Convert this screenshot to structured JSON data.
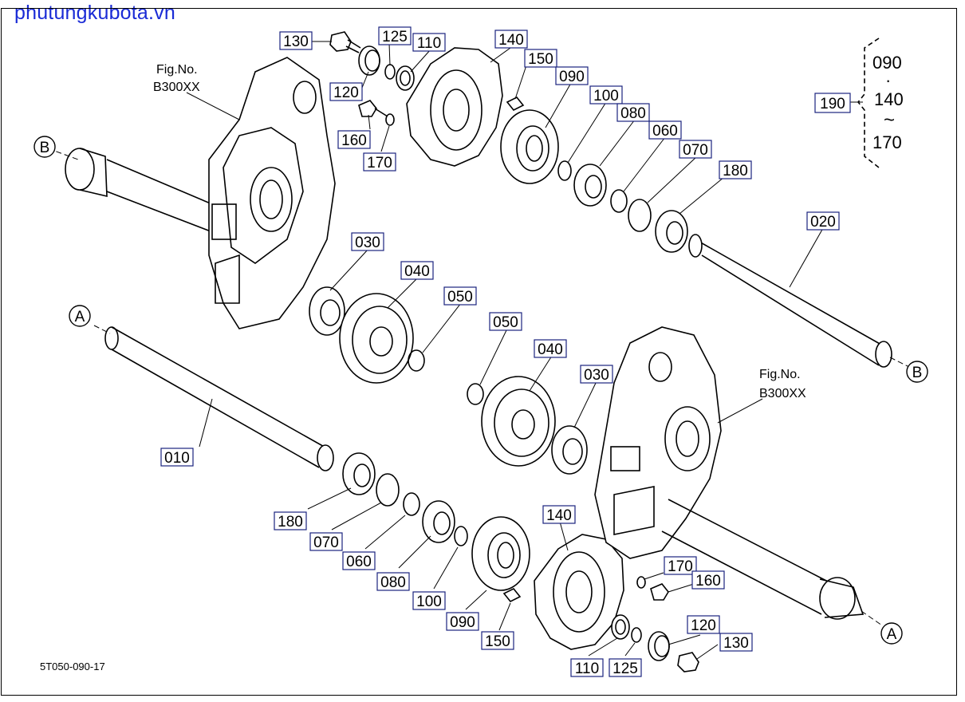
{
  "site": {
    "banner": "phutungkubota.vn"
  },
  "diagram": {
    "code": "5T050-090-17",
    "refs": [
      {
        "id": "ref-upper",
        "line1": "Fig.No.",
        "line2": "B300XX"
      },
      {
        "id": "ref-lower",
        "line1": "Fig.No.",
        "line2": "B300XX"
      }
    ],
    "markers": [
      "A",
      "A",
      "B",
      "B"
    ],
    "legend": {
      "label": "190",
      "top": "090",
      "dot": "·",
      "mid": "140",
      "tilde": "~",
      "bottom": "170"
    },
    "callouts": [
      {
        "label": "130"
      },
      {
        "label": "125"
      },
      {
        "label": "110"
      },
      {
        "label": "140"
      },
      {
        "label": "150"
      },
      {
        "label": "090"
      },
      {
        "label": "120"
      },
      {
        "label": "100"
      },
      {
        "label": "080"
      },
      {
        "label": "060"
      },
      {
        "label": "160"
      },
      {
        "label": "070"
      },
      {
        "label": "170"
      },
      {
        "label": "180"
      },
      {
        "label": "020"
      },
      {
        "label": "030"
      },
      {
        "label": "040"
      },
      {
        "label": "050"
      },
      {
        "label": "050"
      },
      {
        "label": "040"
      },
      {
        "label": "030"
      },
      {
        "label": "010"
      },
      {
        "label": "140"
      },
      {
        "label": "170"
      },
      {
        "label": "160"
      },
      {
        "label": "180"
      },
      {
        "label": "070"
      },
      {
        "label": "060"
      },
      {
        "label": "120"
      },
      {
        "label": "080"
      },
      {
        "label": "130"
      },
      {
        "label": "100"
      },
      {
        "label": "090"
      },
      {
        "label": "150"
      },
      {
        "label": "110"
      },
      {
        "label": "125"
      }
    ]
  }
}
